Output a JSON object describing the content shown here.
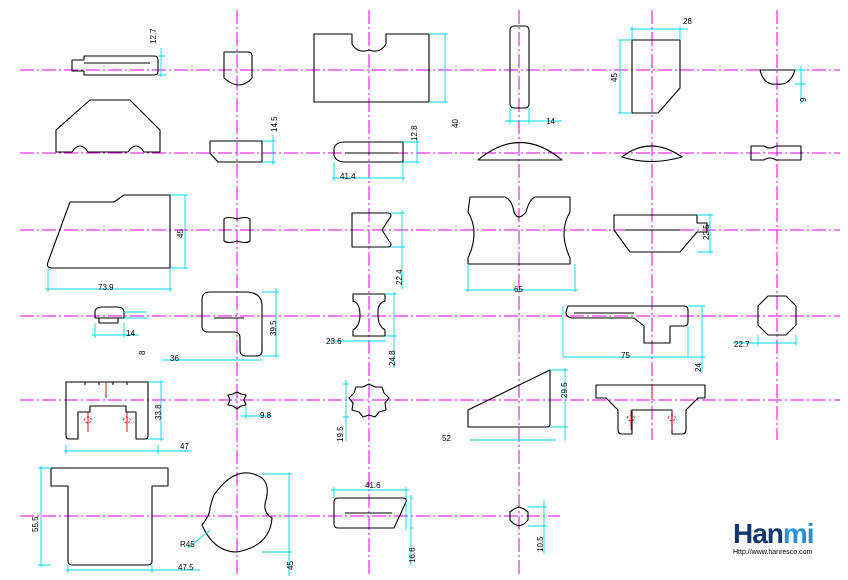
{
  "colors": {
    "outline": "#000000",
    "dimension": "#00d7e6",
    "centerline": "#e000e0",
    "detail": "#e00000",
    "brand_dark": "#12376e",
    "brand_light": "#2a8fd6"
  },
  "dimensions": {
    "p1": "12.7",
    "p2": "14.5",
    "p3": "40",
    "p4": "12.8",
    "p5": "41.4",
    "p6": "14",
    "p7": "28",
    "p8": "45",
    "p9": "9",
    "p10": "45",
    "p11": "73.9",
    "p12": "22.4",
    "p13": "65",
    "p14": "22.5",
    "p15": "14",
    "p16": "8",
    "p17": "39.5",
    "p18": "36",
    "p19": "23.6",
    "p20": "24.8",
    "p21": "75",
    "p22": "24",
    "p23": "22.7",
    "p24": "33.8",
    "p25": "47",
    "p26": "9.8",
    "p27": "19.5",
    "p28": "29.5",
    "p29": "52",
    "p30": "55.5",
    "p31": "47.5",
    "p32": "R45",
    "p33": "45",
    "p34": "41.6",
    "p35": "16.6",
    "p36": "10.5"
  },
  "logo": {
    "brand_part1": "Han",
    "brand_part2": "mi",
    "url": "Http://www.hanresco.com"
  }
}
